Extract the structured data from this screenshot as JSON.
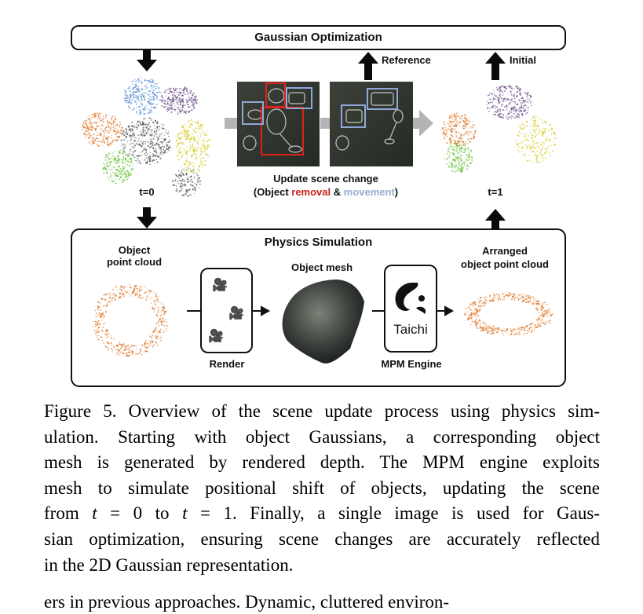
{
  "figure": {
    "top_box_title": "Gaussian Optimization",
    "reference_label": "Reference",
    "initial_label": "Initial",
    "t0_label": "t=0",
    "t1_label": "t=1",
    "update_line1": "Update scene change",
    "update_open": "(Object ",
    "update_removal": "removal",
    "update_amp": " & ",
    "update_movement": "movement",
    "update_close": ")",
    "physics_title": "Physics Simulation",
    "object_point_cloud_line1": "Object",
    "object_point_cloud_line2": "point cloud",
    "object_mesh_label": "Object mesh",
    "arranged_line1": "Arranged",
    "arranged_line2": "object point cloud",
    "render_label": "Render",
    "mpm_label": "MPM Engine",
    "taichi_logo_text": "Taichi",
    "colors": {
      "removal": "#c8201e",
      "movement": "#97acd0",
      "arrow_gray": "#b4b4b4",
      "cloud_orange": "#e0782a",
      "cloud_blue": "#5b8fd0",
      "cloud_purple": "#6a4f8a",
      "cloud_green": "#6cc23c",
      "cloud_yellow": "#d6cc2a",
      "cloud_gray": "#5a5a5a"
    }
  },
  "caption": {
    "lines": [
      "Figure 5. Overview of the scene update process using physics sim-",
      "ulation. Starting with object Gaussians, a corresponding object",
      "mesh is generated by rendered depth. The MPM engine exploits",
      "mesh to simulate positional shift of objects, updating the scene",
      "",
      "sian optimization, ensuring scene changes are accurately reflected",
      "in the 2D Gaussian representation."
    ],
    "line5_a": "from ",
    "line5_t1": "t",
    "line5_eq1": " = 0 to ",
    "line5_t2": "t",
    "line5_eq2": " = 1. Finally, a single image is used for Gaus-"
  },
  "next_text": "ers in previous approaches. Dynamic, cluttered environ-"
}
